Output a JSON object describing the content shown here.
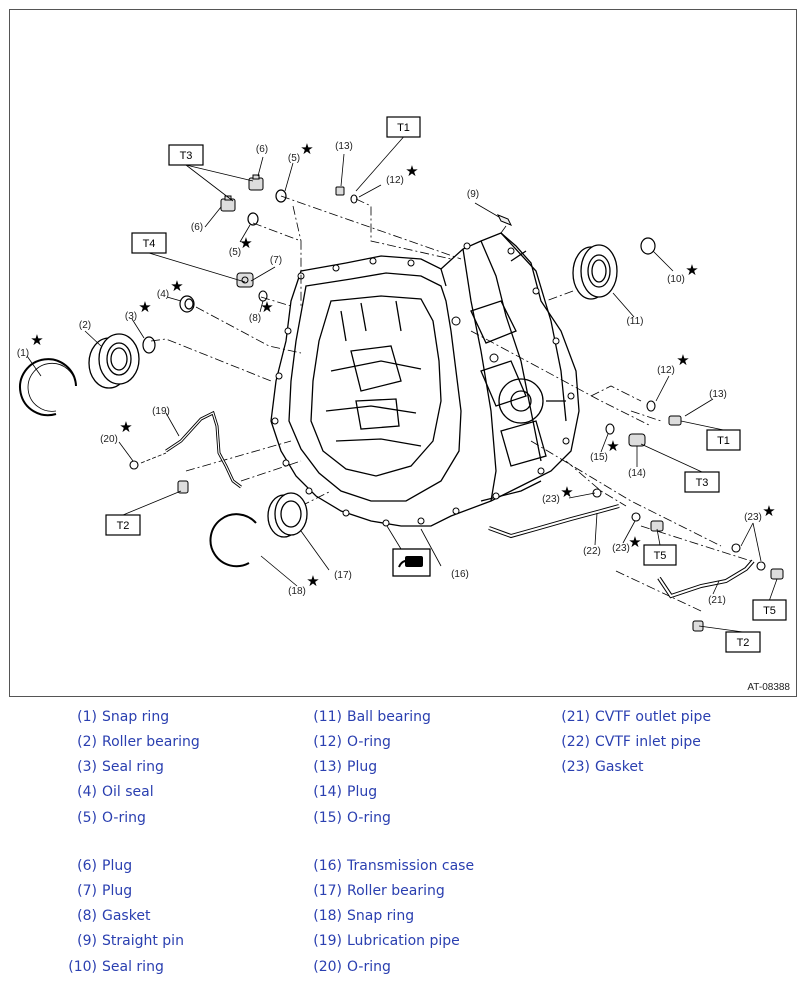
{
  "figure": {
    "figure_id": "AT-08388",
    "callouts": [
      "(1)",
      "(2)",
      "(3)",
      "(4)",
      "(5)",
      "(5)",
      "(6)",
      "(6)",
      "(7)",
      "(8)",
      "(9)",
      "(10)",
      "(11)",
      "(12)",
      "(12)",
      "(13)",
      "(13)",
      "(14)",
      "(15)",
      "(16)",
      "(17)",
      "(18)",
      "(19)",
      "(20)",
      "(21)",
      "(22)",
      "(23)",
      "(23)",
      "(23)"
    ],
    "torque_tags": [
      "T1",
      "T1",
      "T2",
      "T2",
      "T3",
      "T3",
      "T4",
      "T5",
      "T5"
    ],
    "star_symbol": "★",
    "sealant_icon": "sealant-icon"
  },
  "legend": {
    "col1": [
      {
        "num": "(1)",
        "name": "Snap ring"
      },
      {
        "num": "(2)",
        "name": "Roller bearing"
      },
      {
        "num": "(3)",
        "name": "Seal ring"
      },
      {
        "num": "(4)",
        "name": "Oil seal"
      },
      {
        "num": "(5)",
        "name": "O-ring"
      },
      {
        "num": "(6)",
        "name": "Plug"
      },
      {
        "num": "(7)",
        "name": "Plug"
      },
      {
        "num": "(8)",
        "name": "Gasket"
      },
      {
        "num": "(9)",
        "name": "Straight pin"
      },
      {
        "num": "(10)",
        "name": "Seal ring"
      }
    ],
    "col2": [
      {
        "num": "(11)",
        "name": "Ball bearing"
      },
      {
        "num": "(12)",
        "name": "O-ring"
      },
      {
        "num": "(13)",
        "name": "Plug"
      },
      {
        "num": "(14)",
        "name": "Plug"
      },
      {
        "num": "(15)",
        "name": "O-ring"
      },
      {
        "num": "(16)",
        "name": "Transmission case"
      },
      {
        "num": "(17)",
        "name": "Roller bearing"
      },
      {
        "num": "(18)",
        "name": "Snap ring"
      },
      {
        "num": "(19)",
        "name": "Lubrication pipe"
      },
      {
        "num": "(20)",
        "name": "O-ring"
      }
    ],
    "col3": [
      {
        "num": "(21)",
        "name": "CVTF outlet pipe"
      },
      {
        "num": "(22)",
        "name": "CVTF inlet pipe"
      },
      {
        "num": "(23)",
        "name": "Gasket"
      }
    ]
  },
  "colors": {
    "legend_text": "#2a3fb0",
    "line": "#000000"
  }
}
